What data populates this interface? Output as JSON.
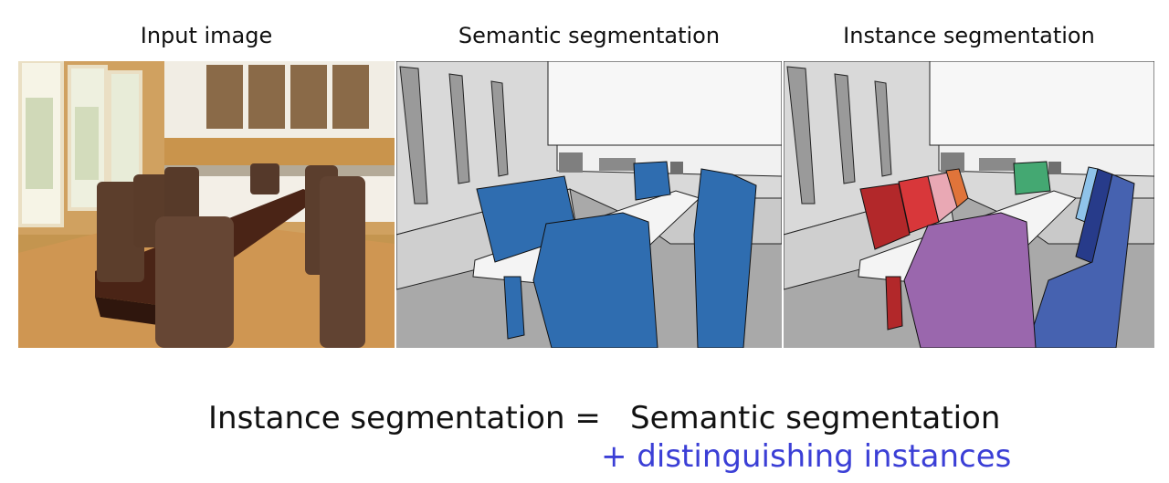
{
  "panels": {
    "input": {
      "title": "Input image"
    },
    "semantic": {
      "title": "Semantic segmentation"
    },
    "instance": {
      "title": "Instance segmentation"
    }
  },
  "formula": {
    "left": "Instance segmentation =",
    "right_line1": "Semantic segmentation",
    "right_line2": "+ distinguishing instances"
  },
  "colors": {
    "accent": "#3b3fd6",
    "semantic_chair": "#2f6db0",
    "table": "#f4f4f4",
    "wall": "#d9d9d9",
    "window": "#9a9a9a",
    "instance_red": "#b2282a",
    "instance_red2": "#d8373a",
    "instance_pink": "#e9a8b4",
    "instance_orange": "#e0743a",
    "instance_green": "#44a872",
    "instance_lightblue": "#8fc3ea",
    "instance_navy": "#273b8a",
    "instance_blue": "#4662b0",
    "instance_purple": "#9a67ad"
  }
}
